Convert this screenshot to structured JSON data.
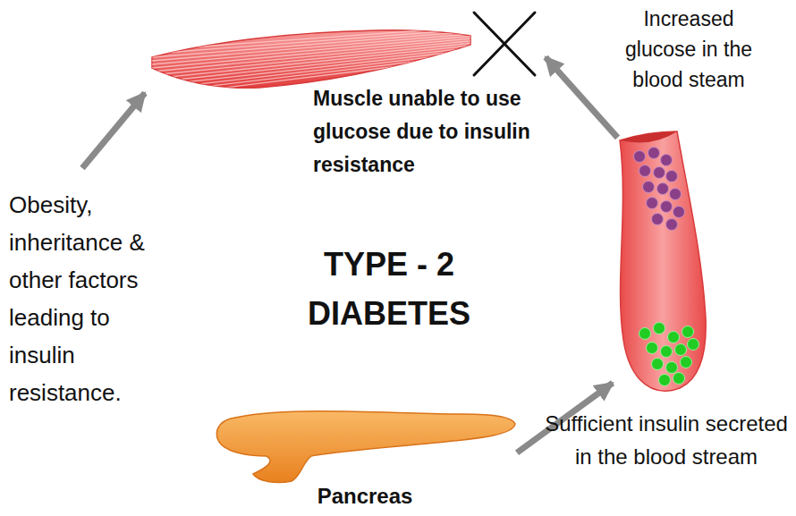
{
  "diagram": {
    "title": "TYPE - 2 DIABETES",
    "nodes": [
      {
        "text": [
          "Muscle unable to use glucose due to insulin resistance"
        ]
      },
      {
        "text": [
          "Increased glucose in the blood steam",
          "Sufficient insulin secreted in the blood stream"
        ]
      },
      {
        "text": [
          "Pancreas"
        ]
      }
    ],
    "edges": [
      {
        "from": 1,
        "to": 0,
        "arrow": "to"
      },
      {
        "from": 2,
        "to": 1,
        "arrow": "to"
      }
    ],
    "labels": [
      "Obesity, inheritance & other factors leading to insulin resistance."
    ]
  }
}
